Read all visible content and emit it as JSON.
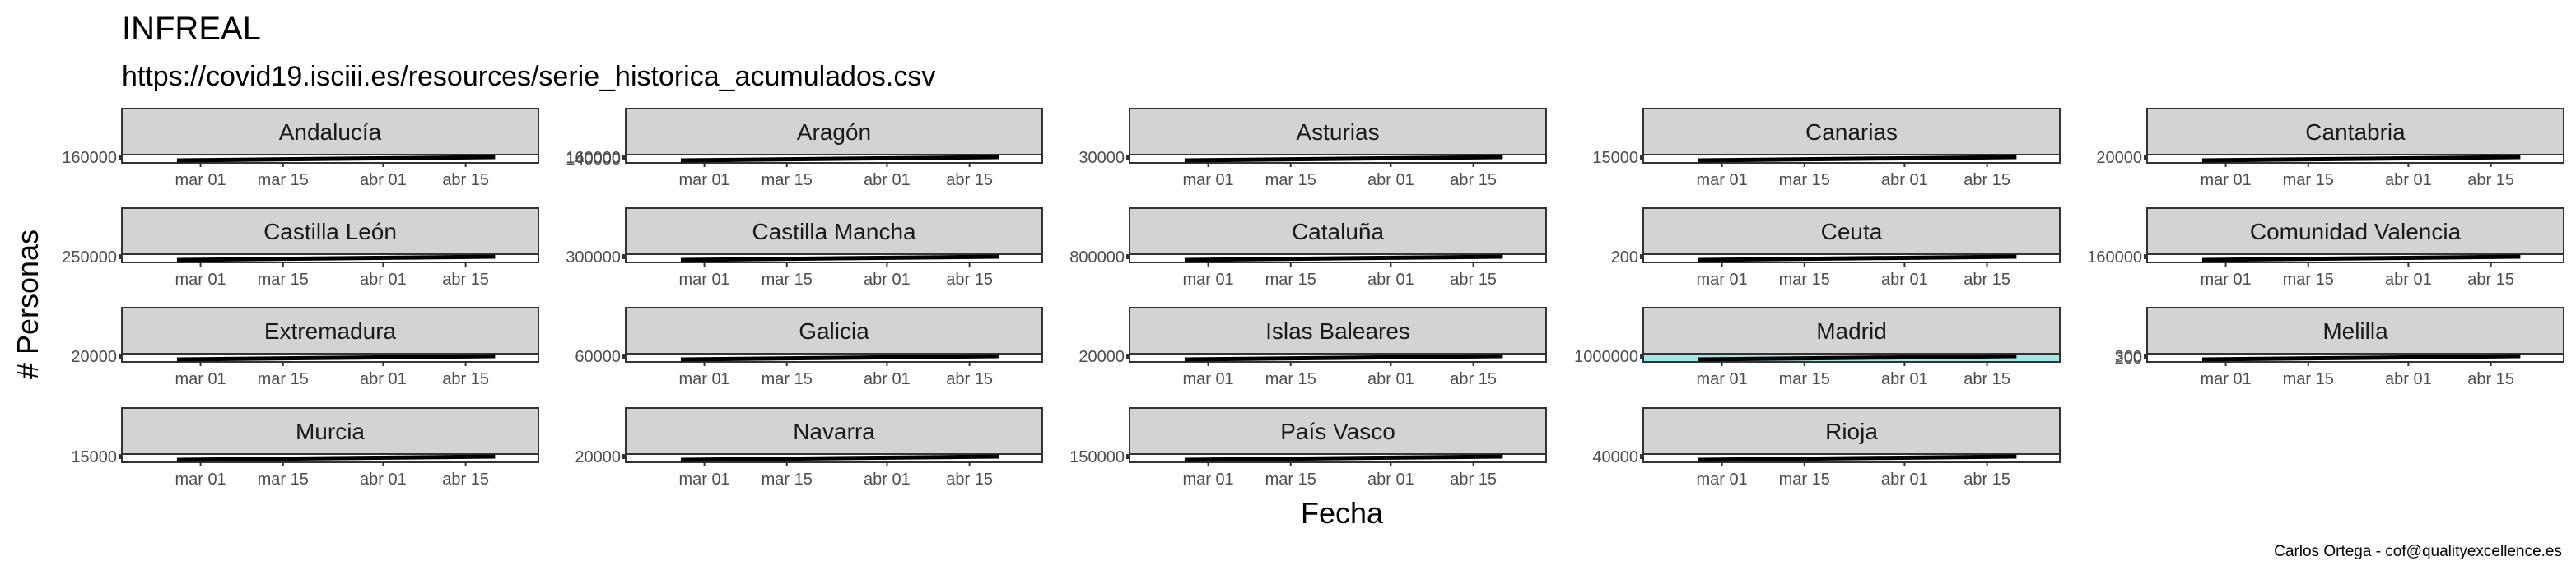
{
  "chart_data": {
    "type": "line",
    "title": "INFREAL",
    "subtitle": "https://covid19.isciii.es/resources/serie_historica_acumulados.csv",
    "xlabel": "Fecha",
    "ylabel": "# Personas",
    "caption": "Carlos Ortega - cof@qualityexcellence.es",
    "x_ticks": [
      "mar 01",
      "mar 15",
      "abr 01",
      "abr 15"
    ],
    "x_start": "feb 20",
    "x_end": "abr 24",
    "layout": {
      "columns": 5,
      "rows": 4
    },
    "panels": [
      {
        "name": "Andalucía",
        "y_ticks": [
          "160000"
        ]
      },
      {
        "name": "Aragón",
        "y_ticks": [
          "160000",
          "140000"
        ]
      },
      {
        "name": "Asturias",
        "y_ticks": [
          "30000"
        ]
      },
      {
        "name": "Canarias",
        "y_ticks": [
          "15000"
        ]
      },
      {
        "name": "Cantabria",
        "y_ticks": [
          "20000"
        ]
      },
      {
        "name": "Castilla León",
        "y_ticks": [
          "250000"
        ]
      },
      {
        "name": "Castilla Mancha",
        "y_ticks": [
          "300000"
        ]
      },
      {
        "name": "Cataluña",
        "y_ticks": [
          "800000"
        ]
      },
      {
        "name": "Ceuta",
        "y_ticks": [
          "200"
        ]
      },
      {
        "name": "Comunidad Valencia",
        "y_ticks": [
          "160000"
        ]
      },
      {
        "name": "Extremadura",
        "y_ticks": [
          "20000"
        ]
      },
      {
        "name": "Galicia",
        "y_ticks": [
          "60000"
        ]
      },
      {
        "name": "Islas Baleares",
        "y_ticks": [
          "20000"
        ]
      },
      {
        "name": "Madrid",
        "y_ticks": [
          "1000000"
        ],
        "highlight": true
      },
      {
        "name": "Melilla",
        "y_ticks": [
          "300",
          "200"
        ]
      },
      {
        "name": "Murcia",
        "y_ticks": [
          "15000"
        ]
      },
      {
        "name": "Navarra",
        "y_ticks": [
          "20000"
        ]
      },
      {
        "name": "País Vasco",
        "y_ticks": [
          "150000"
        ]
      },
      {
        "name": "Rioja",
        "y_ticks": [
          "40000"
        ]
      }
    ],
    "colors": {
      "strip_fill": "#d3d3d3",
      "panel_border": "#333333",
      "line": "#000000",
      "highlight_fill": "#9fe8e8"
    }
  }
}
